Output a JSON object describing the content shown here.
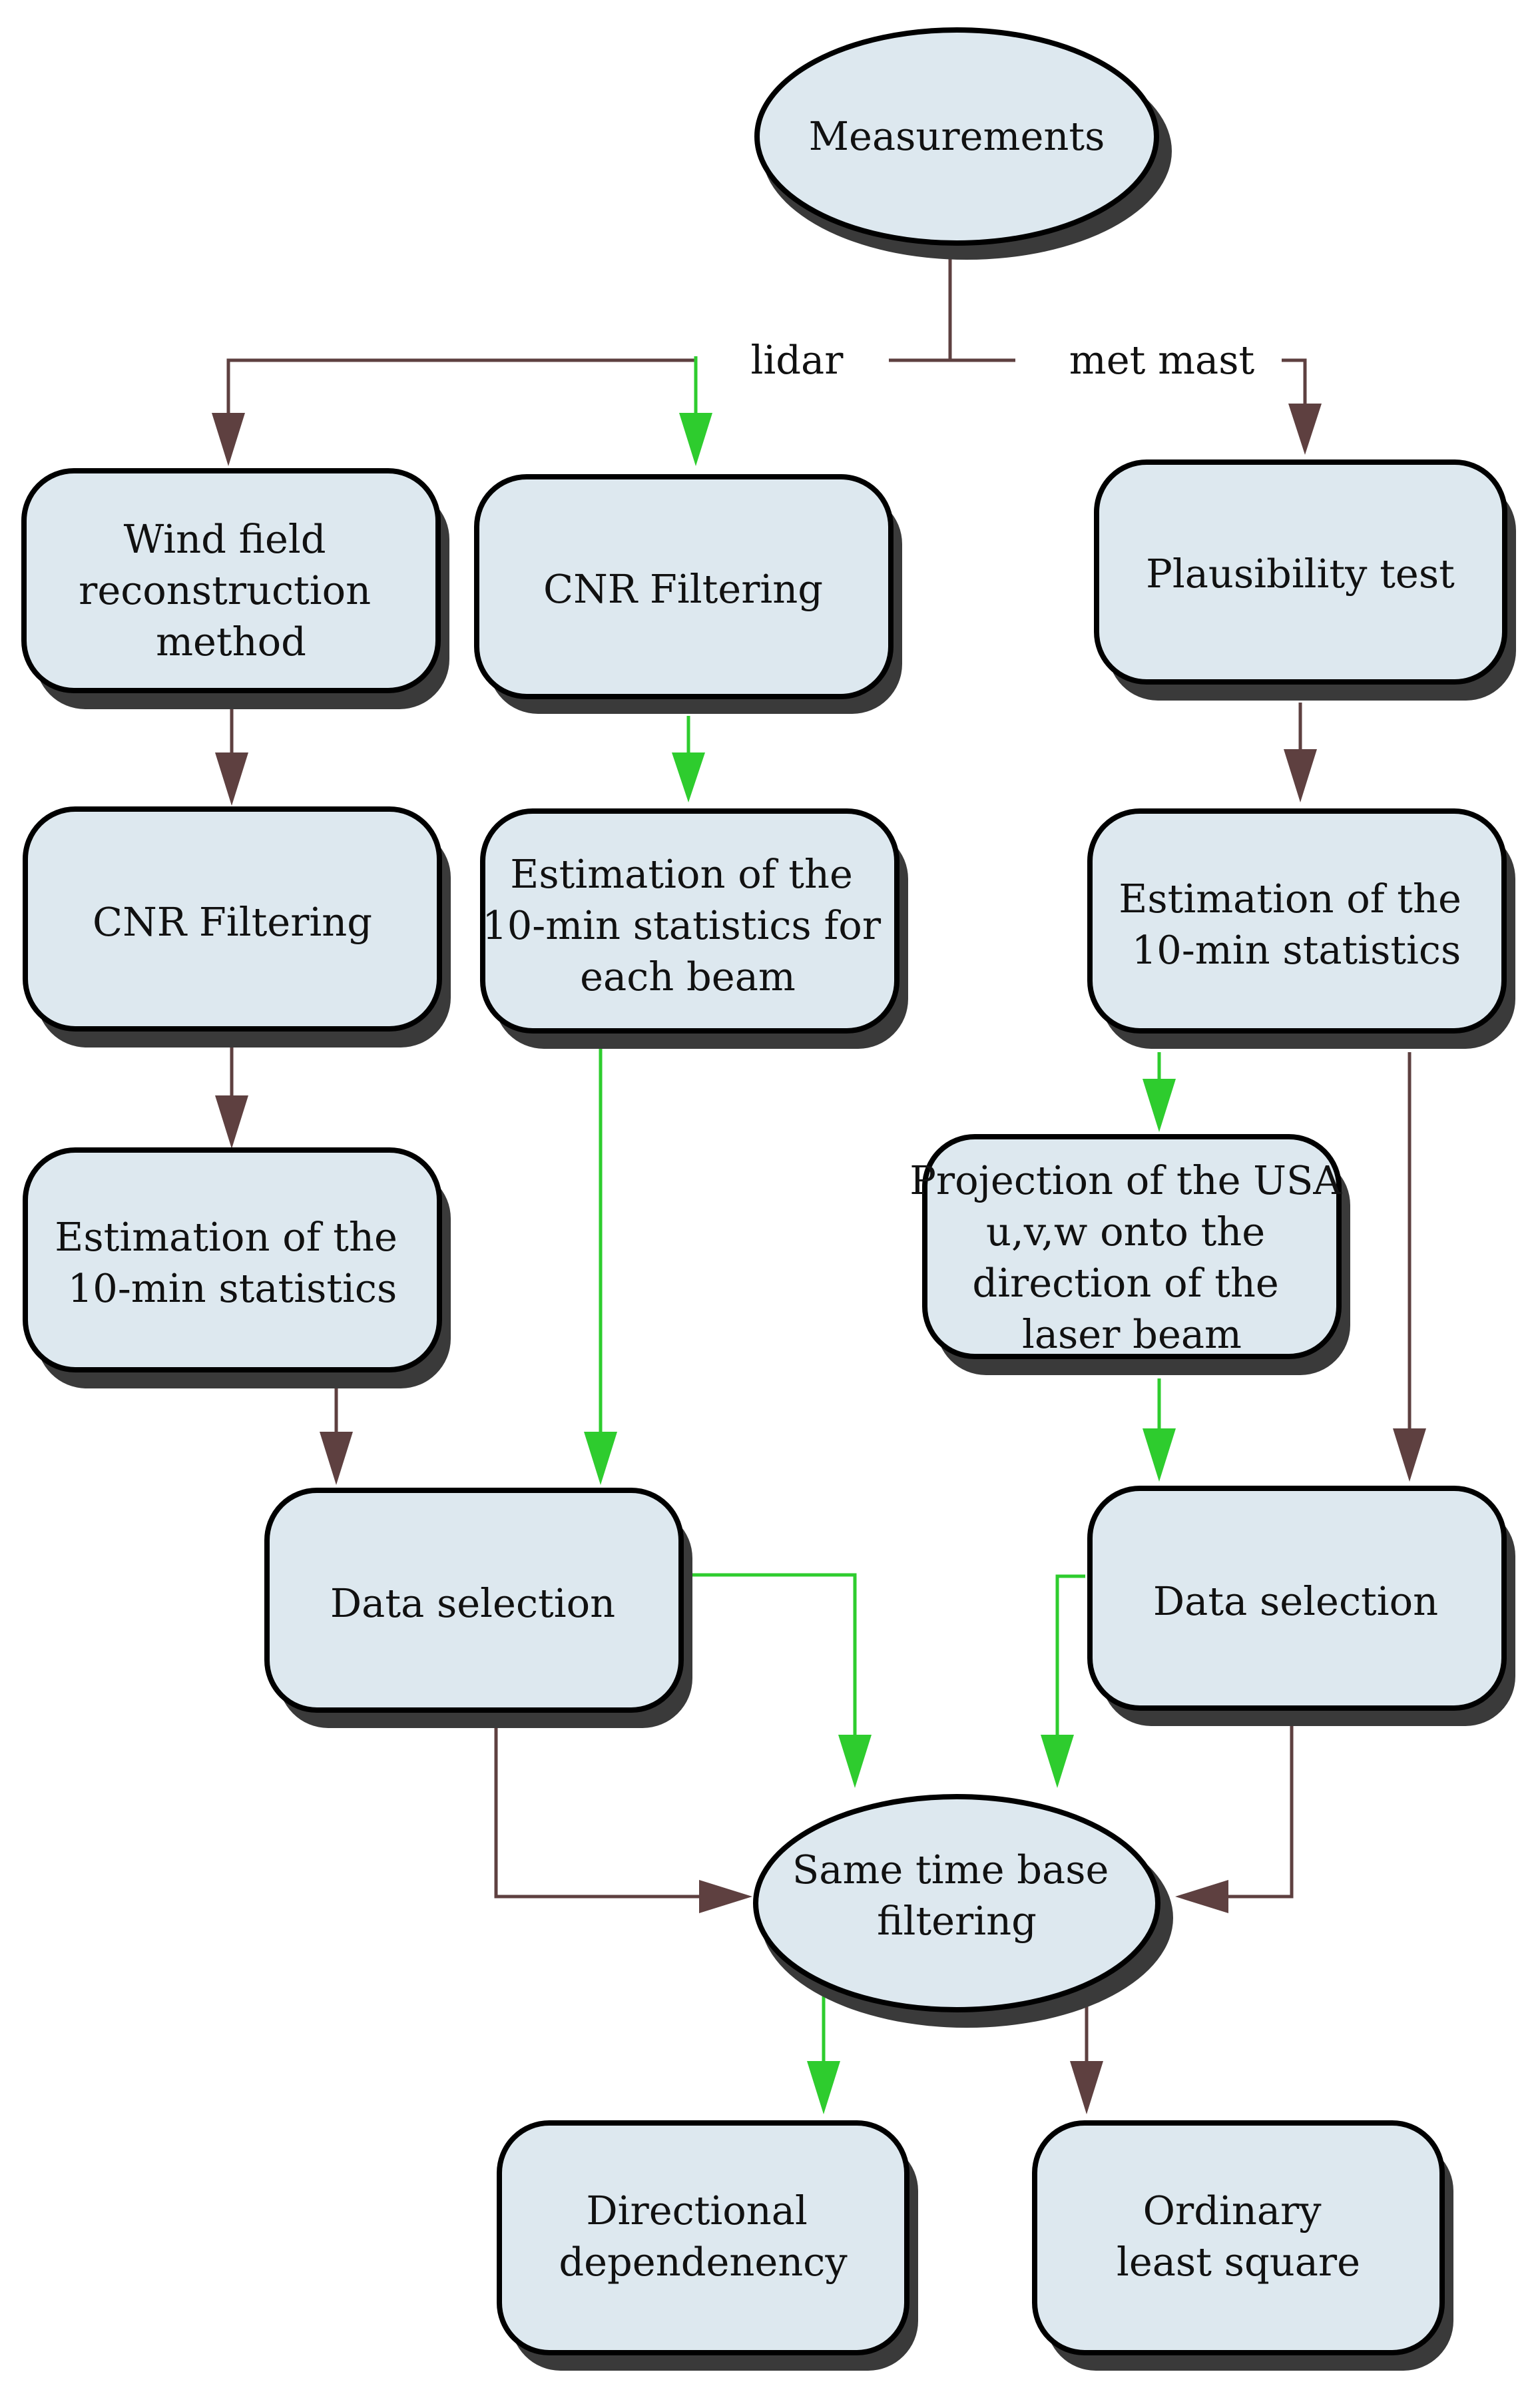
{
  "colors": {
    "box_fill": "#dde8ef",
    "box_stroke": "#000000",
    "shadow": "#3a3a3a",
    "brown_arrow": "#5e4040",
    "green_arrow": "#2ecc2e",
    "background": "#ffffff"
  },
  "nodes": {
    "measurements": {
      "lines": [
        "Measurements"
      ]
    },
    "wind_field": {
      "lines": [
        "Wind field",
        "reconstruction",
        "method"
      ]
    },
    "cnr_filtering_top": {
      "lines": [
        "CNR Filtering"
      ]
    },
    "plausibility_test": {
      "lines": [
        "Plausibility test"
      ]
    },
    "cnr_filtering_left": {
      "lines": [
        "CNR Filtering"
      ]
    },
    "estimation_beam": {
      "lines": [
        "Estimation of the",
        "10-min statistics for",
        "each beam"
      ]
    },
    "estimation_mast": {
      "lines": [
        "Estimation of the",
        "10-min statistics"
      ]
    },
    "estimation_left": {
      "lines": [
        "Estimation of the",
        "10-min statistics"
      ]
    },
    "projection": {
      "lines": [
        "Projection of the USA",
        "u,v,w onto the",
        "direction of the",
        "laser beam"
      ]
    },
    "data_selection_left": {
      "lines": [
        "Data selection"
      ]
    },
    "data_selection_right": {
      "lines": [
        "Data selection"
      ]
    },
    "same_time_base": {
      "lines": [
        "Same time base",
        "filtering"
      ]
    },
    "directional": {
      "lines": [
        "Directional",
        "dependenency"
      ]
    },
    "ordinary": {
      "lines": [
        "Ordinary",
        "least square"
      ]
    }
  },
  "edge_labels": {
    "lidar": "lidar",
    "met_mast": "met mast"
  }
}
